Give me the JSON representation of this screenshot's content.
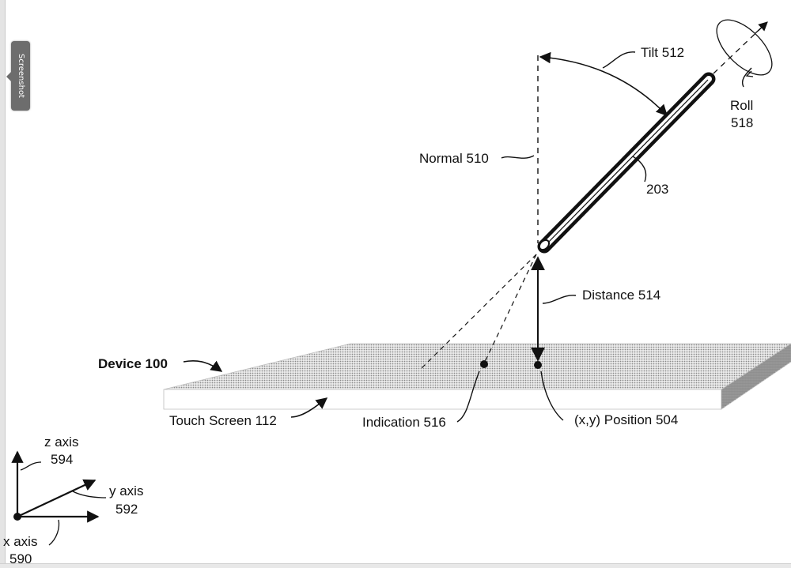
{
  "screenshot_tab": {
    "label": "Screenshot"
  },
  "figure": {
    "labels": {
      "tilt": "Tilt 512",
      "roll_line1": "Roll",
      "roll_line2": "518",
      "normal": "Normal 510",
      "stylus": "203",
      "distance": "Distance 514",
      "device": "Device 100",
      "touch_screen": "Touch Screen 112",
      "indication": "Indication 516",
      "position": "(x,y) Position 504",
      "z_axis_line1": "z axis",
      "z_axis_line2": "594",
      "y_axis_line1": "y axis",
      "y_axis_line2": "592",
      "x_axis_line1": "x axis",
      "x_axis_line2": "590"
    },
    "colors": {
      "line": "#111111",
      "screen_fill": "#d6d6d6",
      "screen_edge": "#bdbdbd"
    }
  }
}
